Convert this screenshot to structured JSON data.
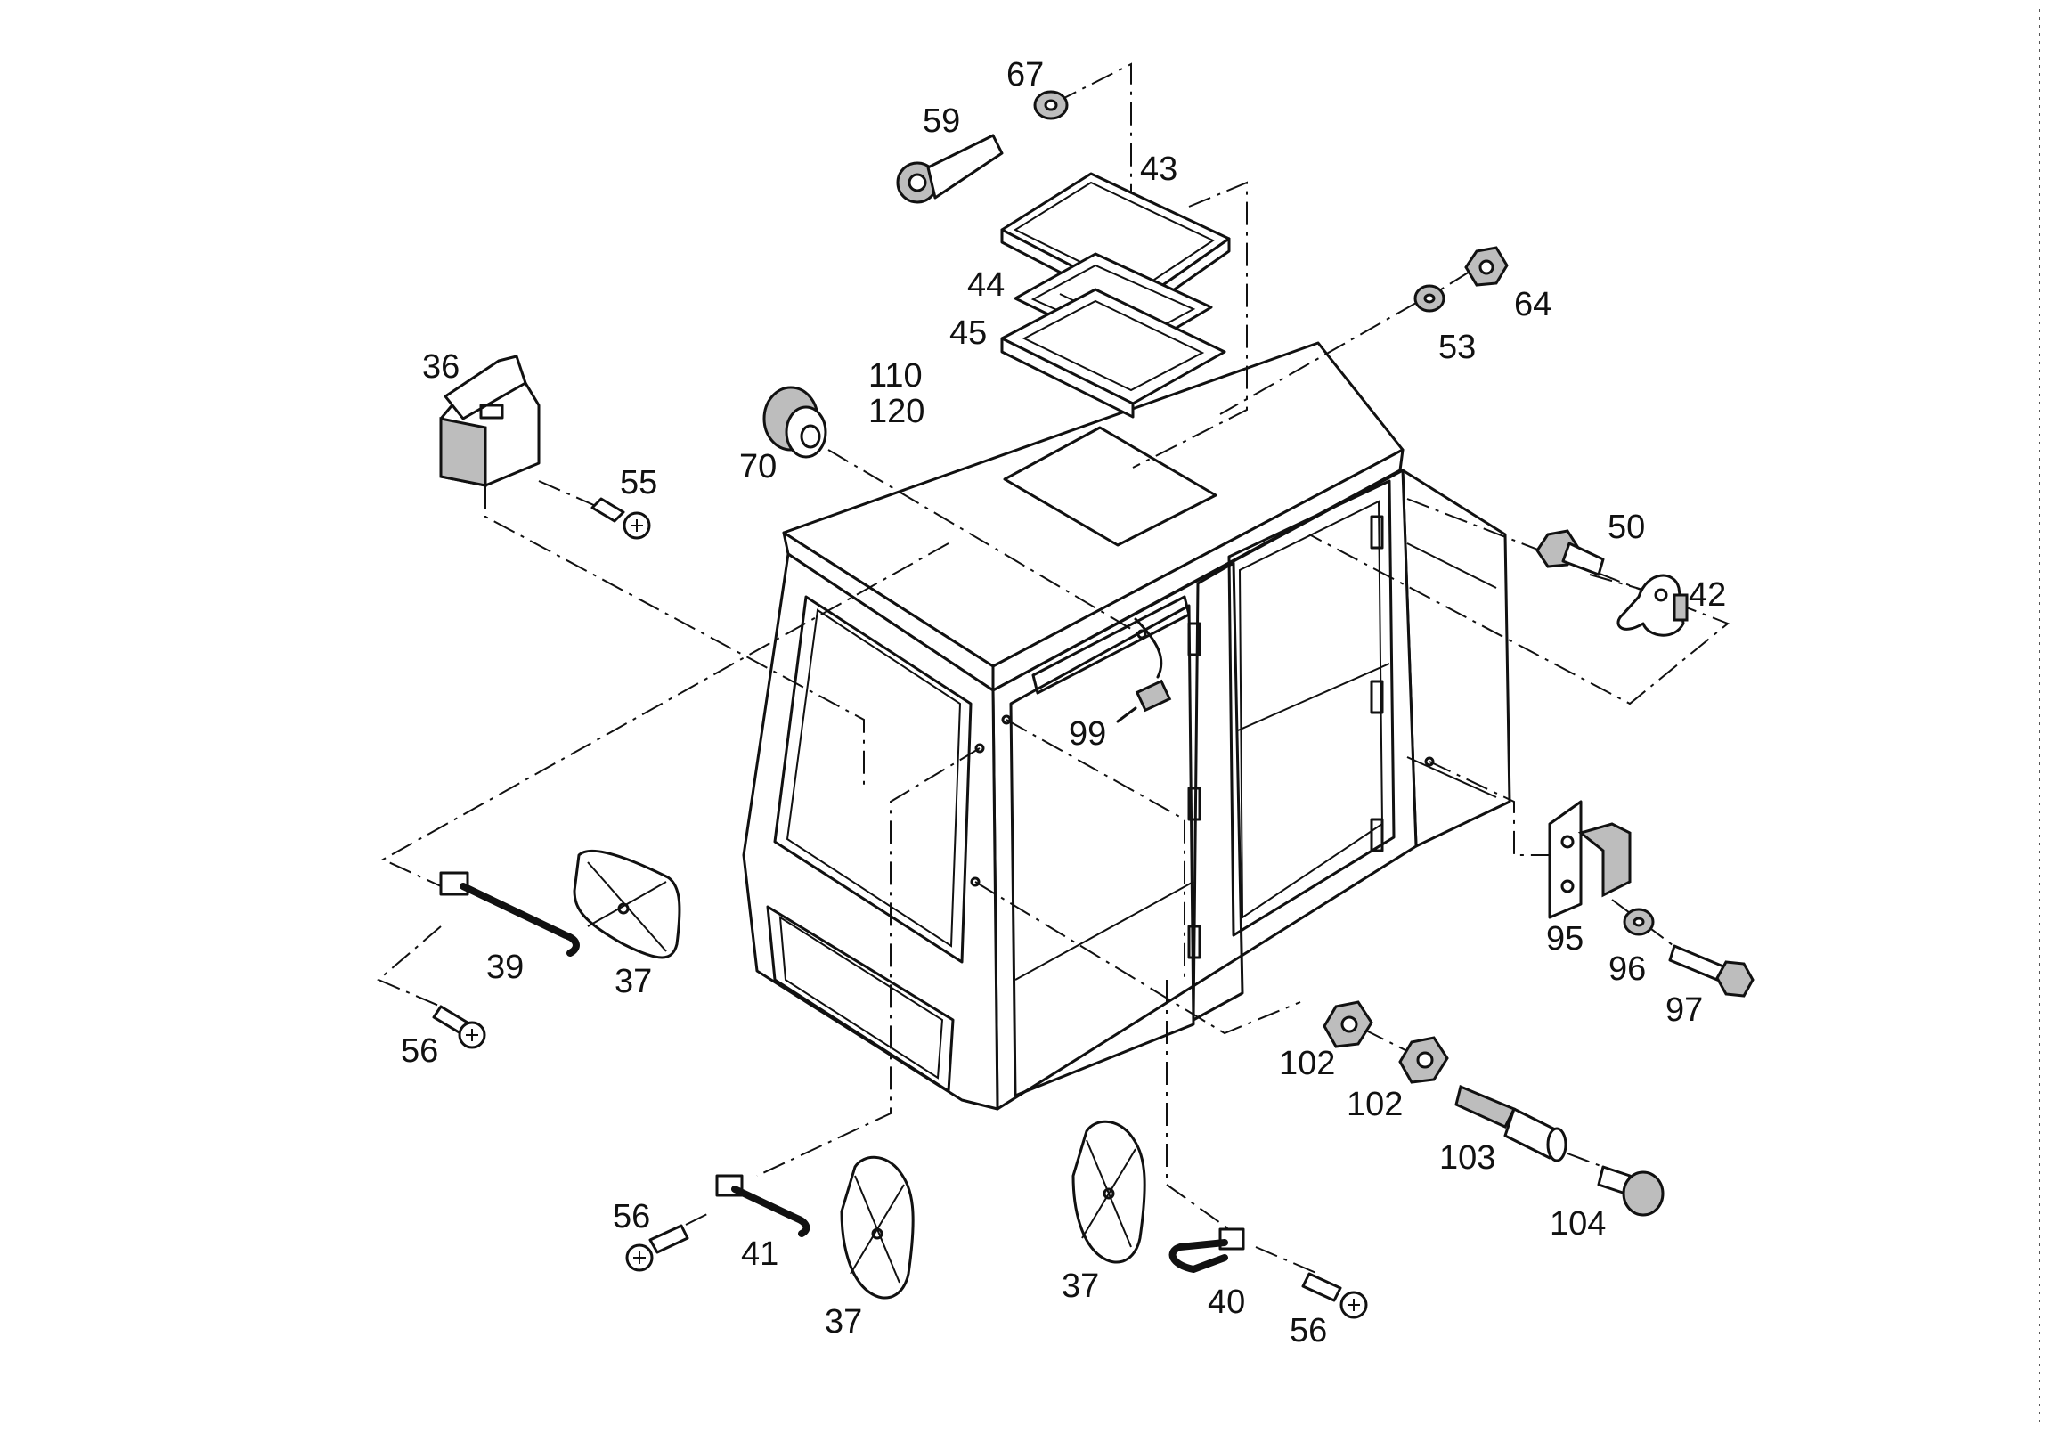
{
  "labels": {
    "p67": "67",
    "p59": "59",
    "p43": "43",
    "p44": "44",
    "p45": "45",
    "p64": "64",
    "p53": "53",
    "p36": "36",
    "p110": "110",
    "p120": "120",
    "p70": "70",
    "p55": "55",
    "p50": "50",
    "p42": "42",
    "p99": "99",
    "p39": "39",
    "p37_left": "37",
    "p95": "95",
    "p96": "96",
    "p97": "97",
    "p56_left": "56",
    "p102_a": "102",
    "p102_b": "102",
    "p103": "103",
    "p104": "104",
    "p56_bottom": "56",
    "p41": "41",
    "p37_bottom_left": "37",
    "p37_bottom_right": "37",
    "p40": "40",
    "p56_right": "56"
  }
}
